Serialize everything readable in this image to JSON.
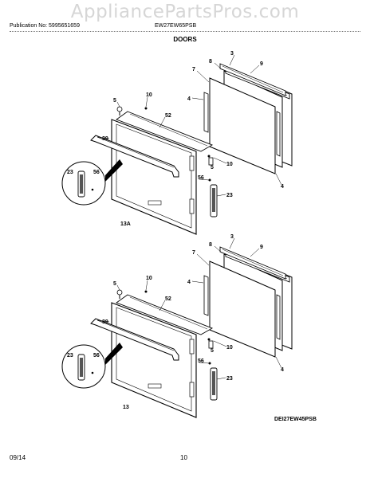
{
  "watermark": "AppliancePartsPros.com",
  "header": {
    "publication": "Publication No: 5995651659",
    "model": "EW27EW65PSB"
  },
  "section_title": "DOORS",
  "diagram_code": "DEI27EW45PSB",
  "footer": {
    "date": "09/14",
    "page": "10"
  },
  "top_callouts": {
    "c3": "3",
    "c8": "8",
    "c9": "9",
    "c7": "7",
    "c4a": "4",
    "c5a": "5",
    "c10a": "10",
    "c52": "52",
    "c39": "39",
    "c23a": "23",
    "c56a": "56",
    "c10b": "10",
    "c5b": "5",
    "c56b": "56",
    "c23b": "23",
    "c4b": "4",
    "c13": "13A"
  },
  "bottom_callouts": {
    "c3": "3",
    "c8": "8",
    "c9": "9",
    "c7": "7",
    "c4a": "4",
    "c5a": "5",
    "c10a": "10",
    "c52": "52",
    "c39": "39",
    "c23a": "23",
    "c56a": "56",
    "c10b": "10",
    "c5b": "5",
    "c56b": "56",
    "c23b": "23",
    "c4b": "4",
    "c13": "13"
  }
}
